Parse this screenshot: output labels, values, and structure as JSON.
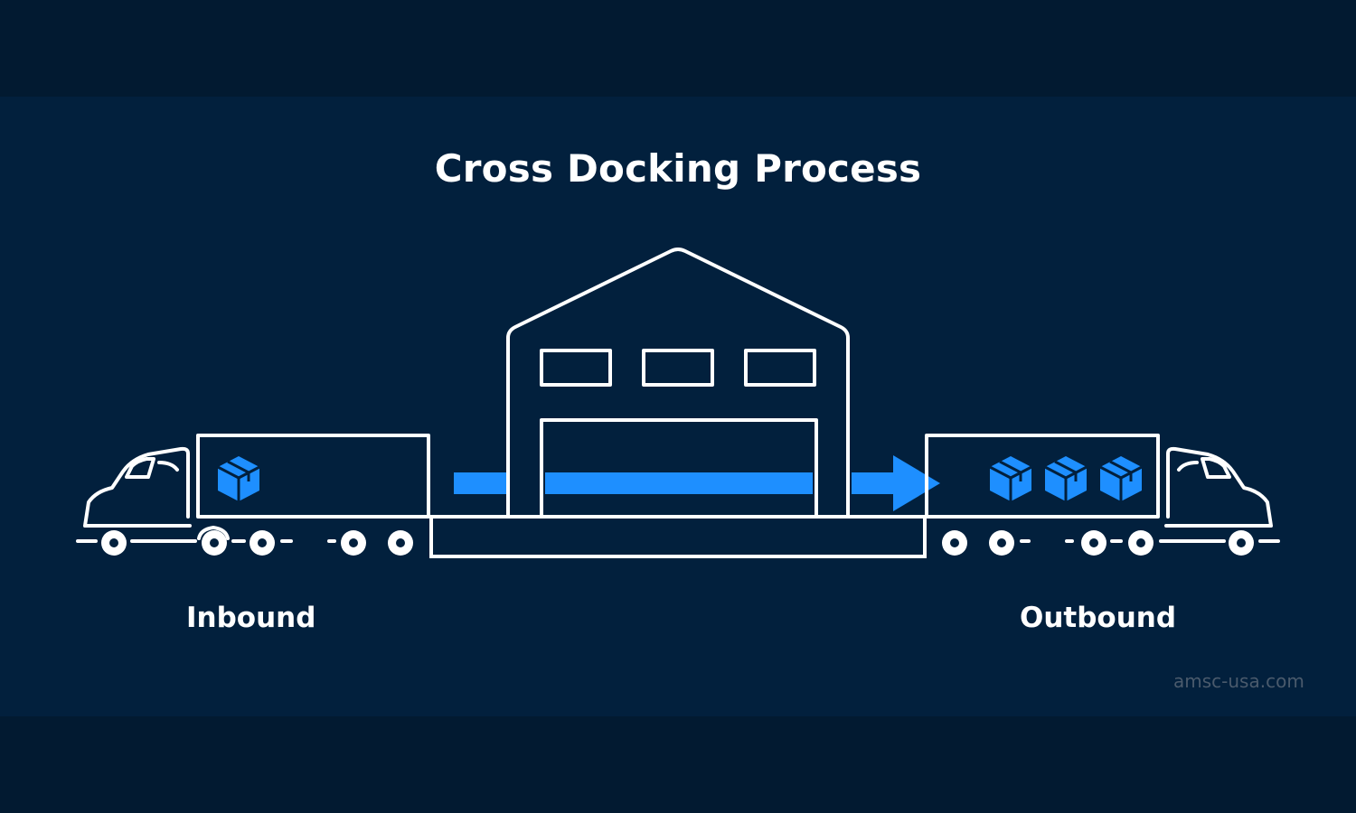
{
  "title": "Cross Docking Process",
  "labels": {
    "inbound": "Inbound",
    "outbound": "Outbound"
  },
  "watermark": "amsc-usa.com",
  "colors": {
    "background": "#02203d",
    "outline": "#ffffff",
    "accent": "#1e8fff"
  },
  "icons": {
    "warehouse": "warehouse-icon",
    "truck": "truck-icon",
    "box": "box-icon",
    "arrow": "arrow-right-icon"
  }
}
